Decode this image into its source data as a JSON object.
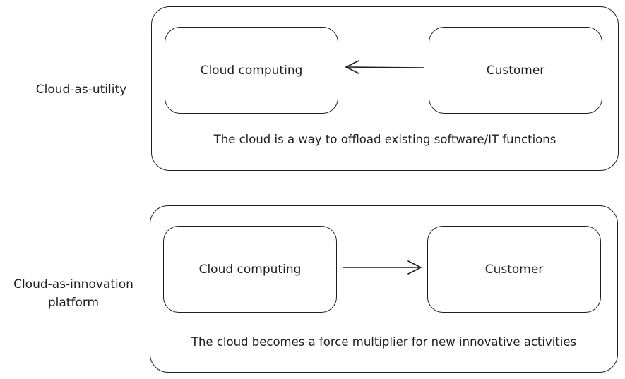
{
  "rows": [
    {
      "label": "Cloud-as-utility",
      "left_node": "Cloud computing",
      "right_node": "Customer",
      "arrow_direction": "right-to-left",
      "caption": "The cloud is a way to offload existing software/IT functions"
    },
    {
      "label": "Cloud-as-innovation\nplatform",
      "left_node": "Cloud computing",
      "right_node": "Customer",
      "arrow_direction": "left-to-right",
      "caption": "The cloud becomes a force multiplier for new innovative activities"
    }
  ]
}
